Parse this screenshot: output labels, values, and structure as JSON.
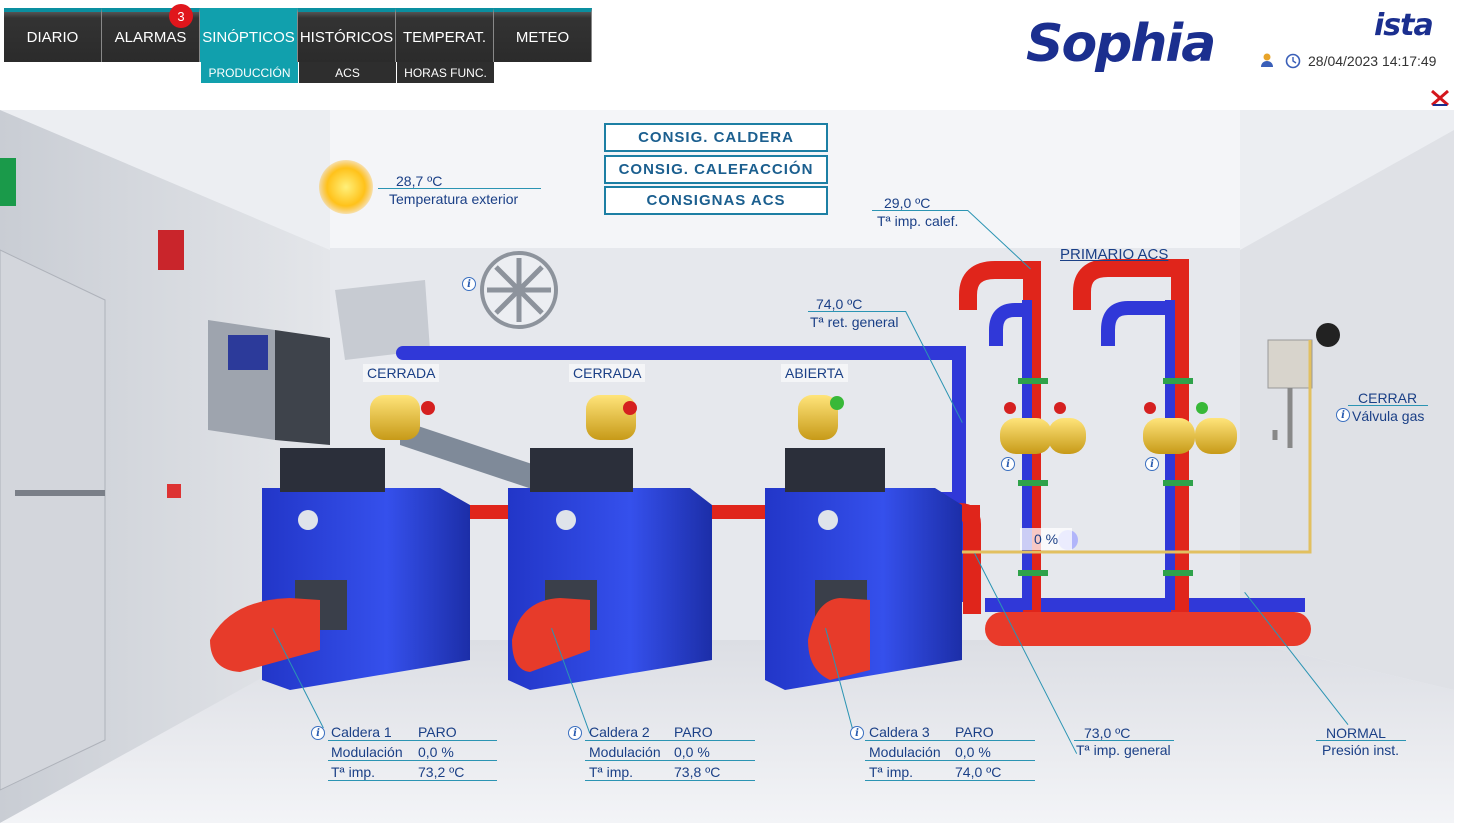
{
  "nav": {
    "tabs": [
      {
        "label": "DIARIO"
      },
      {
        "label": "ALARMAS",
        "badge": "3"
      },
      {
        "label": "SINÓPTICOS",
        "active": true
      },
      {
        "label": "HISTÓRICOS"
      },
      {
        "label": "TEMPERAT."
      },
      {
        "label": "METEO"
      }
    ],
    "subtabs": [
      {
        "label": "PRODUCCIÓN",
        "active": true
      },
      {
        "label": "ACS"
      },
      {
        "label": "HORAS FUNC."
      }
    ]
  },
  "brand": {
    "product": "Sophia",
    "company": "ista"
  },
  "header": {
    "datetime": "28/04/2023 14:17:49"
  },
  "buttons": {
    "consig_caldera": "CONSIG. CALDERA",
    "consig_calefaccion": "CONSIG. CALEFACCIÓN",
    "consignas_acs": "CONSIGNAS ACS"
  },
  "outdoor": {
    "value": "28,7 ºC",
    "label": "Temperatura exterior"
  },
  "imp_calef": {
    "value": "29,0 ºC",
    "label": "Tª imp. calef."
  },
  "ret_general": {
    "value": "74,0 ºC",
    "label": "Tª ret. general"
  },
  "imp_general": {
    "value": "73,0 ºC",
    "label": "Tª imp. general"
  },
  "presion": {
    "value": "NORMAL",
    "label": "Presión inst."
  },
  "gas_valve": {
    "value": "CERRAR",
    "label": "Válvula gas"
  },
  "primario_acs": "PRIMARIO ACS",
  "mixing_valve_pct": "0 %",
  "boilers": [
    {
      "valve_state": "CERRADA",
      "name": "Caldera 1",
      "status": "PARO",
      "mod_label": "Modulación",
      "mod_value": "0,0 %",
      "temp_label": "Tª imp.",
      "temp_value": "73,2 ºC"
    },
    {
      "valve_state": "CERRADA",
      "name": "Caldera 2",
      "status": "PARO",
      "mod_label": "Modulación",
      "mod_value": "0,0 %",
      "temp_label": "Tª imp.",
      "temp_value": "73,8 ºC"
    },
    {
      "valve_state": "ABIERTA",
      "name": "Caldera 3",
      "status": "PARO",
      "mod_label": "Modulación",
      "mod_value": "0,0 %",
      "temp_label": "Tª imp.",
      "temp_value": "74,0 ºC"
    }
  ],
  "colors": {
    "accent": "#11a0ad",
    "brand_blue": "#1b2f8f",
    "pipe_red": "#e0251b",
    "pipe_blue": "#2f3be0",
    "boiler_blue": "#2a3fd6",
    "alarm_red": "#e0161c"
  }
}
